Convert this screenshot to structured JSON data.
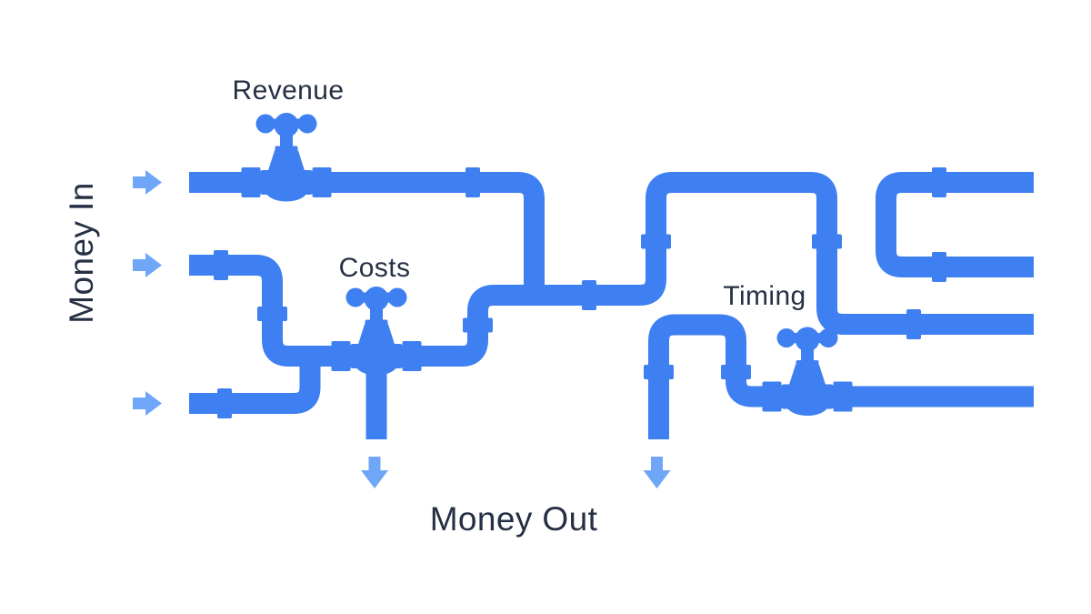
{
  "diagram": {
    "description": "Cash flow plumbing diagram with inflow pipes, valves and outflow drains"
  },
  "labels": {
    "money_in": "Money In",
    "money_out": "Money Out",
    "valve_revenue": "Revenue",
    "valve_costs": "Costs",
    "valve_timing": "Timing"
  },
  "icons": {
    "valve": "faucet-valve-icon",
    "inflow": "arrow-right-icon",
    "outflow": "arrow-down-icon",
    "coupling": "pipe-coupling"
  },
  "counts": {
    "inflow_arrows": 3,
    "outflow_arrows": 2,
    "valves": 3
  },
  "colors": {
    "pipe": "#3E7FF2",
    "arrow": "#6FA6F7",
    "text": "#263044",
    "background": "#FFFFFF"
  }
}
